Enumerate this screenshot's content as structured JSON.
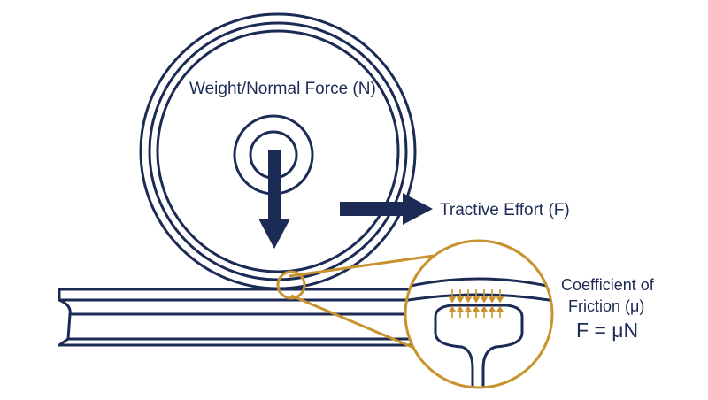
{
  "labels": {
    "weight": "Weight/Normal Force (N)",
    "tractive": "Tractive Effort (F)",
    "coefficient_line1": "Coefficient of",
    "coefficient_line2": "Friction (μ)",
    "formula": "F = μN"
  },
  "colors": {
    "navy": "#1c2b55",
    "gold": "#c8922e",
    "background": "#ffffff"
  }
}
